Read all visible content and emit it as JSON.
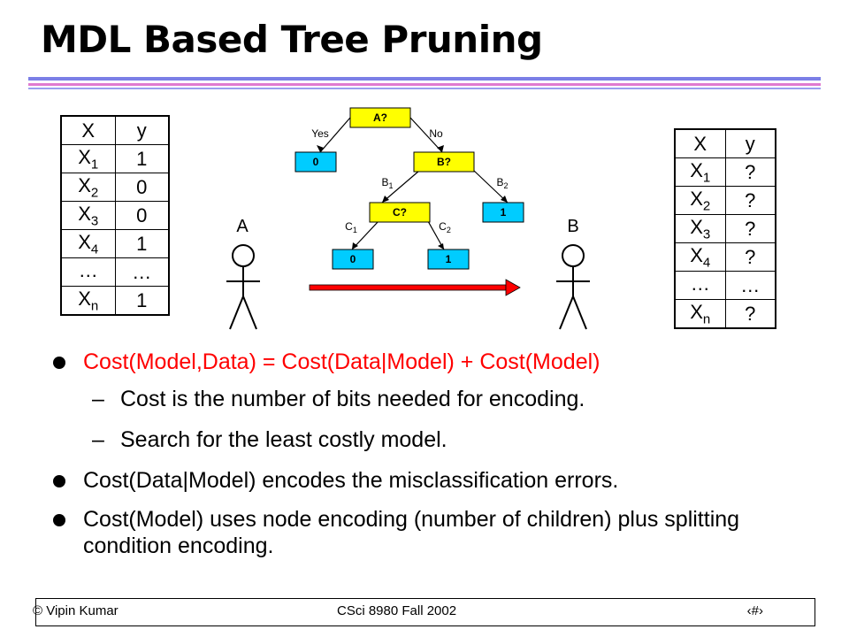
{
  "title": "MDL Based Tree Pruning",
  "table_a": {
    "headers": [
      "X",
      "y"
    ],
    "rows": [
      {
        "x": "X",
        "sub": "1",
        "y": "1"
      },
      {
        "x": "X",
        "sub": "2",
        "y": "0"
      },
      {
        "x": "X",
        "sub": "3",
        "y": "0"
      },
      {
        "x": "X",
        "sub": "4",
        "y": "1"
      },
      {
        "x": "…",
        "sub": "",
        "y": "…"
      },
      {
        "x": "X",
        "sub": "n",
        "y": "1"
      }
    ]
  },
  "table_b": {
    "headers": [
      "X",
      "y"
    ],
    "rows": [
      {
        "x": "X",
        "sub": "1",
        "y": "?"
      },
      {
        "x": "X",
        "sub": "2",
        "y": "?"
      },
      {
        "x": "X",
        "sub": "3",
        "y": "?"
      },
      {
        "x": "X",
        "sub": "4",
        "y": "?"
      },
      {
        "x": "…",
        "sub": "",
        "y": "…"
      },
      {
        "x": "X",
        "sub": "n",
        "y": "?"
      }
    ]
  },
  "tree": {
    "node_a": "A?",
    "node_b": "B?",
    "node_c": "C?",
    "leaf_yes": "0",
    "leaf_b2": "1",
    "leaf_c1": "0",
    "leaf_c2": "1",
    "edge_yes": "Yes",
    "edge_no": "No",
    "edge_b1": "B",
    "edge_b1_sub": "1",
    "edge_b2": "B",
    "edge_b2_sub": "2",
    "edge_c1": "C",
    "edge_c1_sub": "1",
    "edge_c2": "C",
    "edge_c2_sub": "2"
  },
  "people": {
    "sender": "A",
    "receiver": "B"
  },
  "colors": {
    "node_fill": "#ffff00",
    "leaf_fill": "#00ccff",
    "arrow": "#ff0000",
    "bullet_highlight": "#ff0000"
  },
  "bullets": [
    {
      "text": "Cost(Model,Data) = Cost(Data|Model) + Cost(Model)",
      "sub": [
        "Cost is the number of bits needed for encoding.",
        "Search for the least costly model."
      ]
    },
    {
      "text": "Cost(Data|Model) encodes the misclassification errors.",
      "sub": []
    },
    {
      "text": "Cost(Model) uses node encoding (number of children) plus splitting condition encoding.",
      "sub": []
    }
  ],
  "footer": {
    "left": "© Vipin Kumar",
    "center": "CSci 8980 Fall 2002",
    "page": "‹#›"
  }
}
